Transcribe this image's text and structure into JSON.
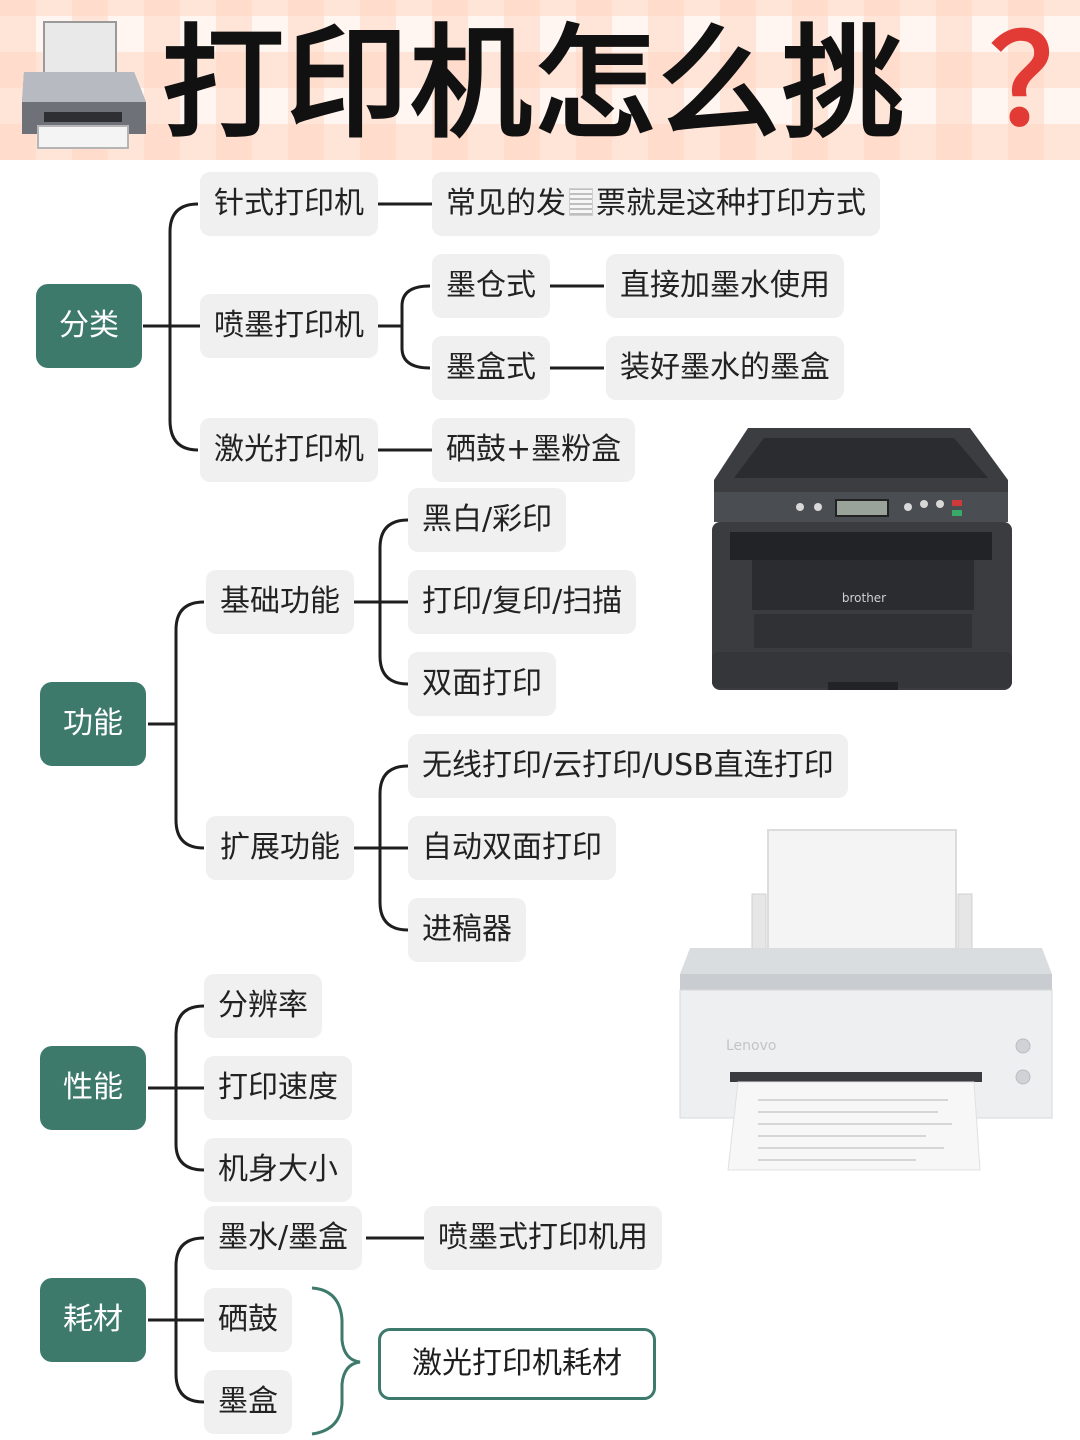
{
  "header": {
    "title": "打印机怎么挑",
    "question_mark": "？"
  },
  "categories": {
    "classify": "分类",
    "function": "功能",
    "performance": "性能",
    "consumables": "耗材"
  },
  "classify": {
    "dot_matrix": "针式打印机",
    "dot_matrix_note_a": "常见的发",
    "dot_matrix_note_b": "票就是这种打印方式",
    "inkjet": "喷墨打印机",
    "ink_tank": "墨仓式",
    "ink_tank_note": "直接加墨水使用",
    "cartridge": "墨盒式",
    "cartridge_note": "装好墨水的墨盒",
    "laser": "激光打印机",
    "laser_note": "硒鼓+墨粉盒"
  },
  "function": {
    "basic": "基础功能",
    "basic_items": [
      "黑白/彩印",
      "打印/复印/扫描",
      "双面打印"
    ],
    "extended": "扩展功能",
    "extended_items": [
      "无线打印/云打印/USB直连打印",
      "自动双面打印",
      "进稿器"
    ]
  },
  "performance": {
    "items": [
      "分辨率",
      "打印速度",
      "机身大小"
    ]
  },
  "consumables": {
    "ink": "墨水/墨盒",
    "ink_note": "喷墨式打印机用",
    "drum": "硒鼓",
    "toner_box": "墨盒",
    "laser_note": "激光打印机耗材"
  },
  "images": {
    "brand_top": "brother",
    "brand_bottom": "Lenovo"
  },
  "colors": {
    "accent": "#3d7a6b",
    "question": "#e23b35",
    "chip_bg": "#f0f0f0"
  }
}
